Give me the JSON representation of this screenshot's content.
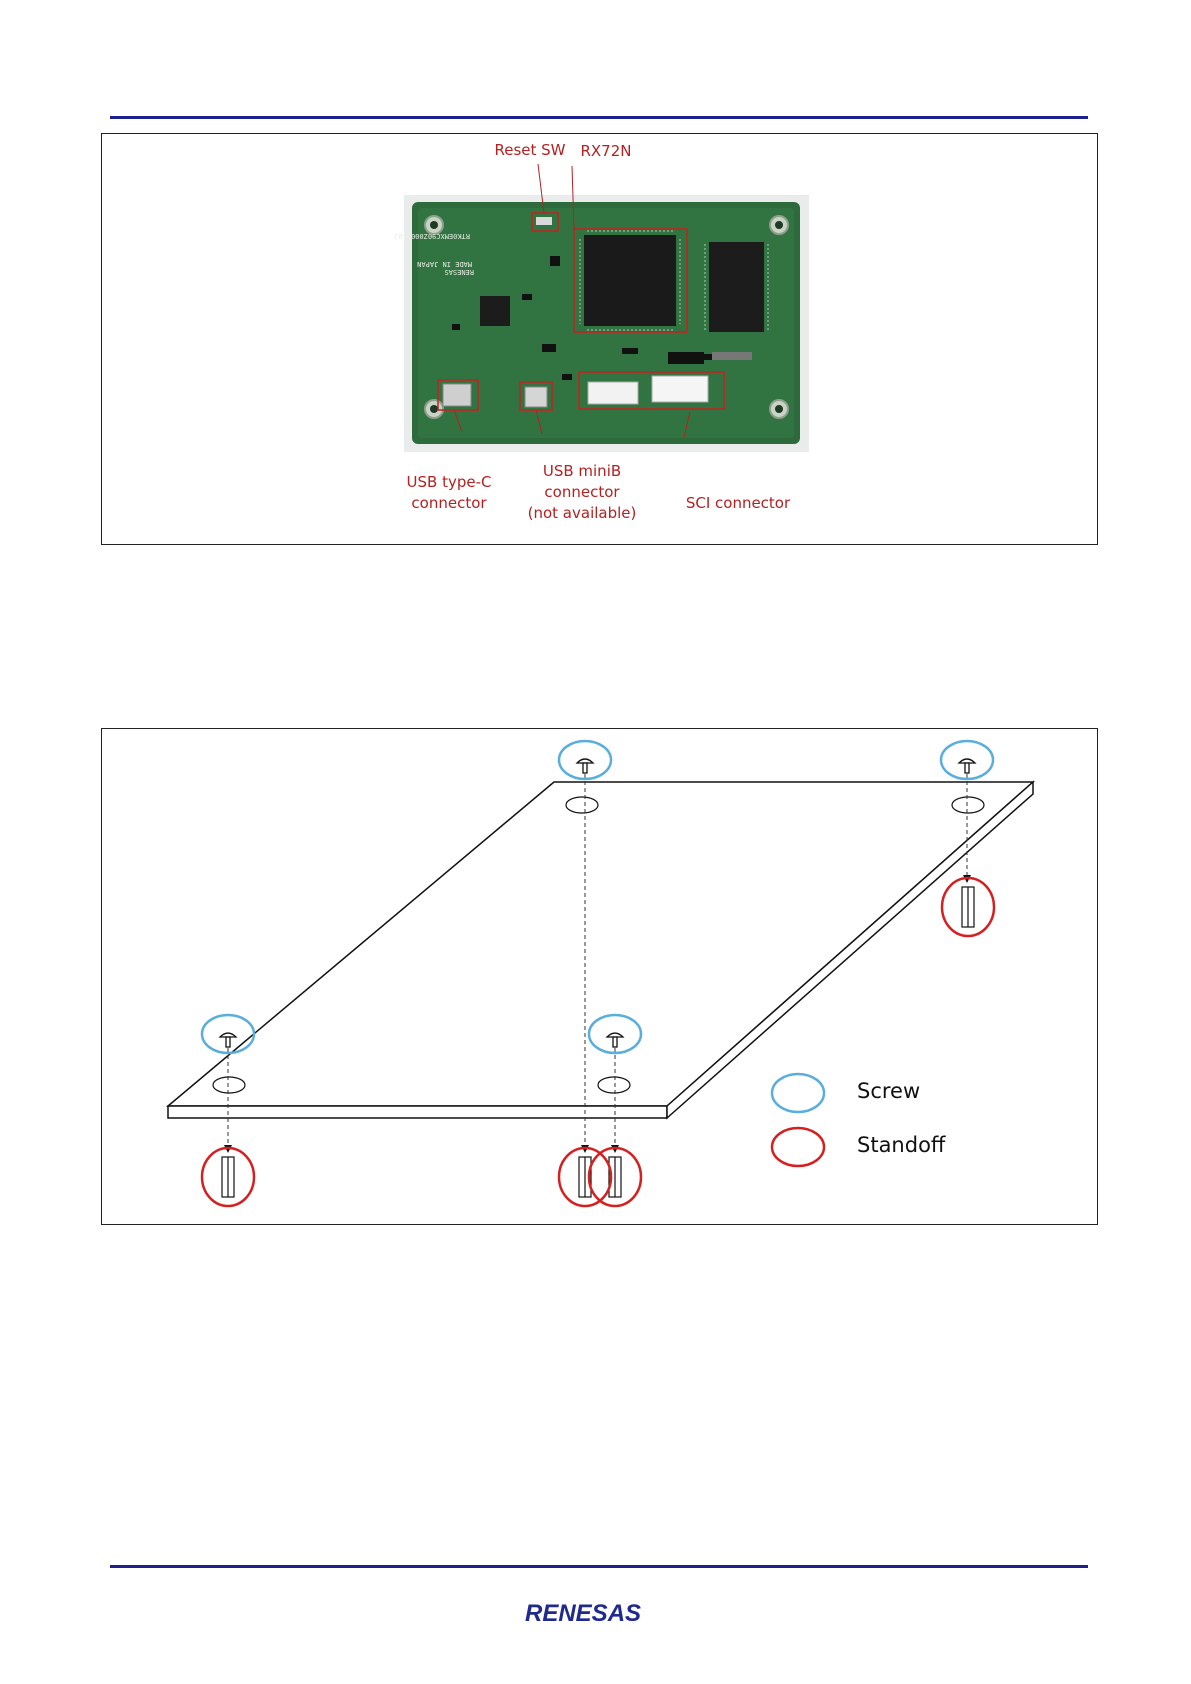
{
  "header": {
    "rule_color": "#1f1f8f"
  },
  "board_figure": {
    "callouts": {
      "reset_sw": "Reset SW",
      "rx72n": "RX72N",
      "usb_type_c": "USB type-C\nconnector",
      "usb_minib": "USB miniB\nconnector\n(not available)",
      "sci": "SCI connector"
    },
    "board_silkscreen": [
      "RTK0EMXC90Z00001BJ",
      "MADE IN JAPAN",
      "RENESAS"
    ],
    "colors": {
      "callout": "#b52020",
      "pcb": "#2e6b3c"
    }
  },
  "assembly_figure": {
    "legend": {
      "screw_label": "Screw",
      "standoff_label": "Standoff"
    },
    "colors": {
      "screw": "#5aaedc",
      "standoff": "#d42020"
    }
  },
  "footer": {
    "logo_text": "RENESAS",
    "logo_color": "#1f2a8f"
  }
}
